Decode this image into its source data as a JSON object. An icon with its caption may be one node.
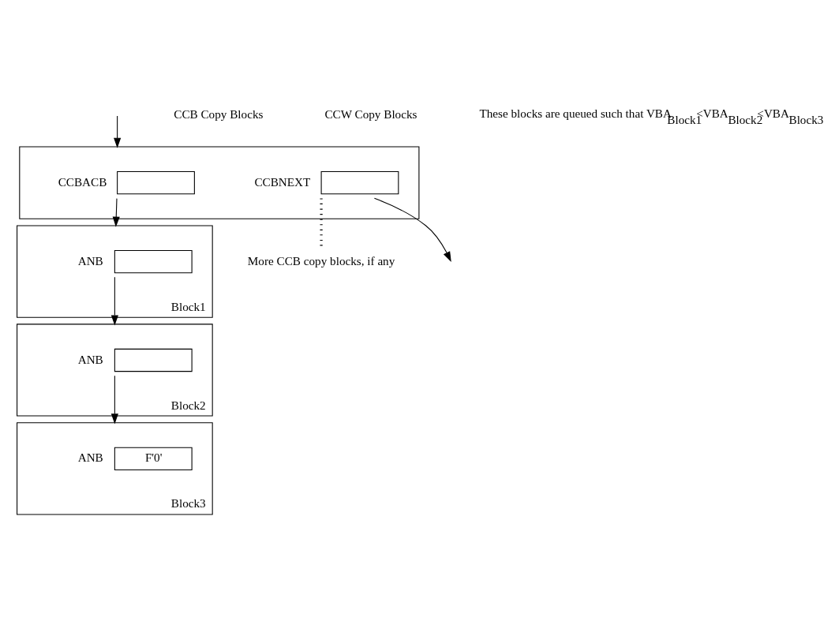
{
  "diagram": {
    "nodes": [
      {
        "text": [],
        "shape": "box"
      },
      {
        "text": [],
        "shape": "box",
        "in": 0,
        "beside": [
          "CCBACB"
        ]
      },
      {
        "text": [],
        "shape": "box",
        "in": 0,
        "beside": [
          "CCBNEXT"
        ]
      },
      {
        "text": [],
        "shape": "box",
        "beside": [
          "Block1"
        ]
      },
      {
        "text": [],
        "shape": "box",
        "in": 3,
        "beside": [
          "ANB"
        ]
      },
      {
        "text": [],
        "shape": "box",
        "beside": [
          "Block2"
        ]
      },
      {
        "text": [],
        "shape": "box",
        "in": 5,
        "beside": [
          "ANB"
        ]
      },
      {
        "text": [],
        "shape": "box",
        "beside": [
          "Block3"
        ]
      },
      {
        "text": [
          "F'0'"
        ],
        "in": 7,
        "beside": [
          "ANB"
        ]
      },
      {
        "text": [
          "More CCB copy blocks, if any"
        ]
      }
    ],
    "edges": [
      {
        "from": null,
        "to": 0,
        "arrow": "to"
      },
      {
        "from": 1,
        "to": 3,
        "arrow": "to"
      },
      {
        "from": 2,
        "to": null,
        "arrow": "to"
      },
      {
        "from": 2,
        "to": 9,
        "arrow": "none",
        "style": "dashed"
      },
      {
        "from": 4,
        "to": 5,
        "arrow": "to"
      },
      {
        "from": 6,
        "to": 7,
        "arrow": "to"
      }
    ],
    "labels": [
      "CCB Copy Blocks",
      "CCW Copy Blocks",
      "These blocks are queued such that VBA$_{Block1}$<VBA$_{Block2}$<VBA$_{Block3}$"
    ]
  }
}
